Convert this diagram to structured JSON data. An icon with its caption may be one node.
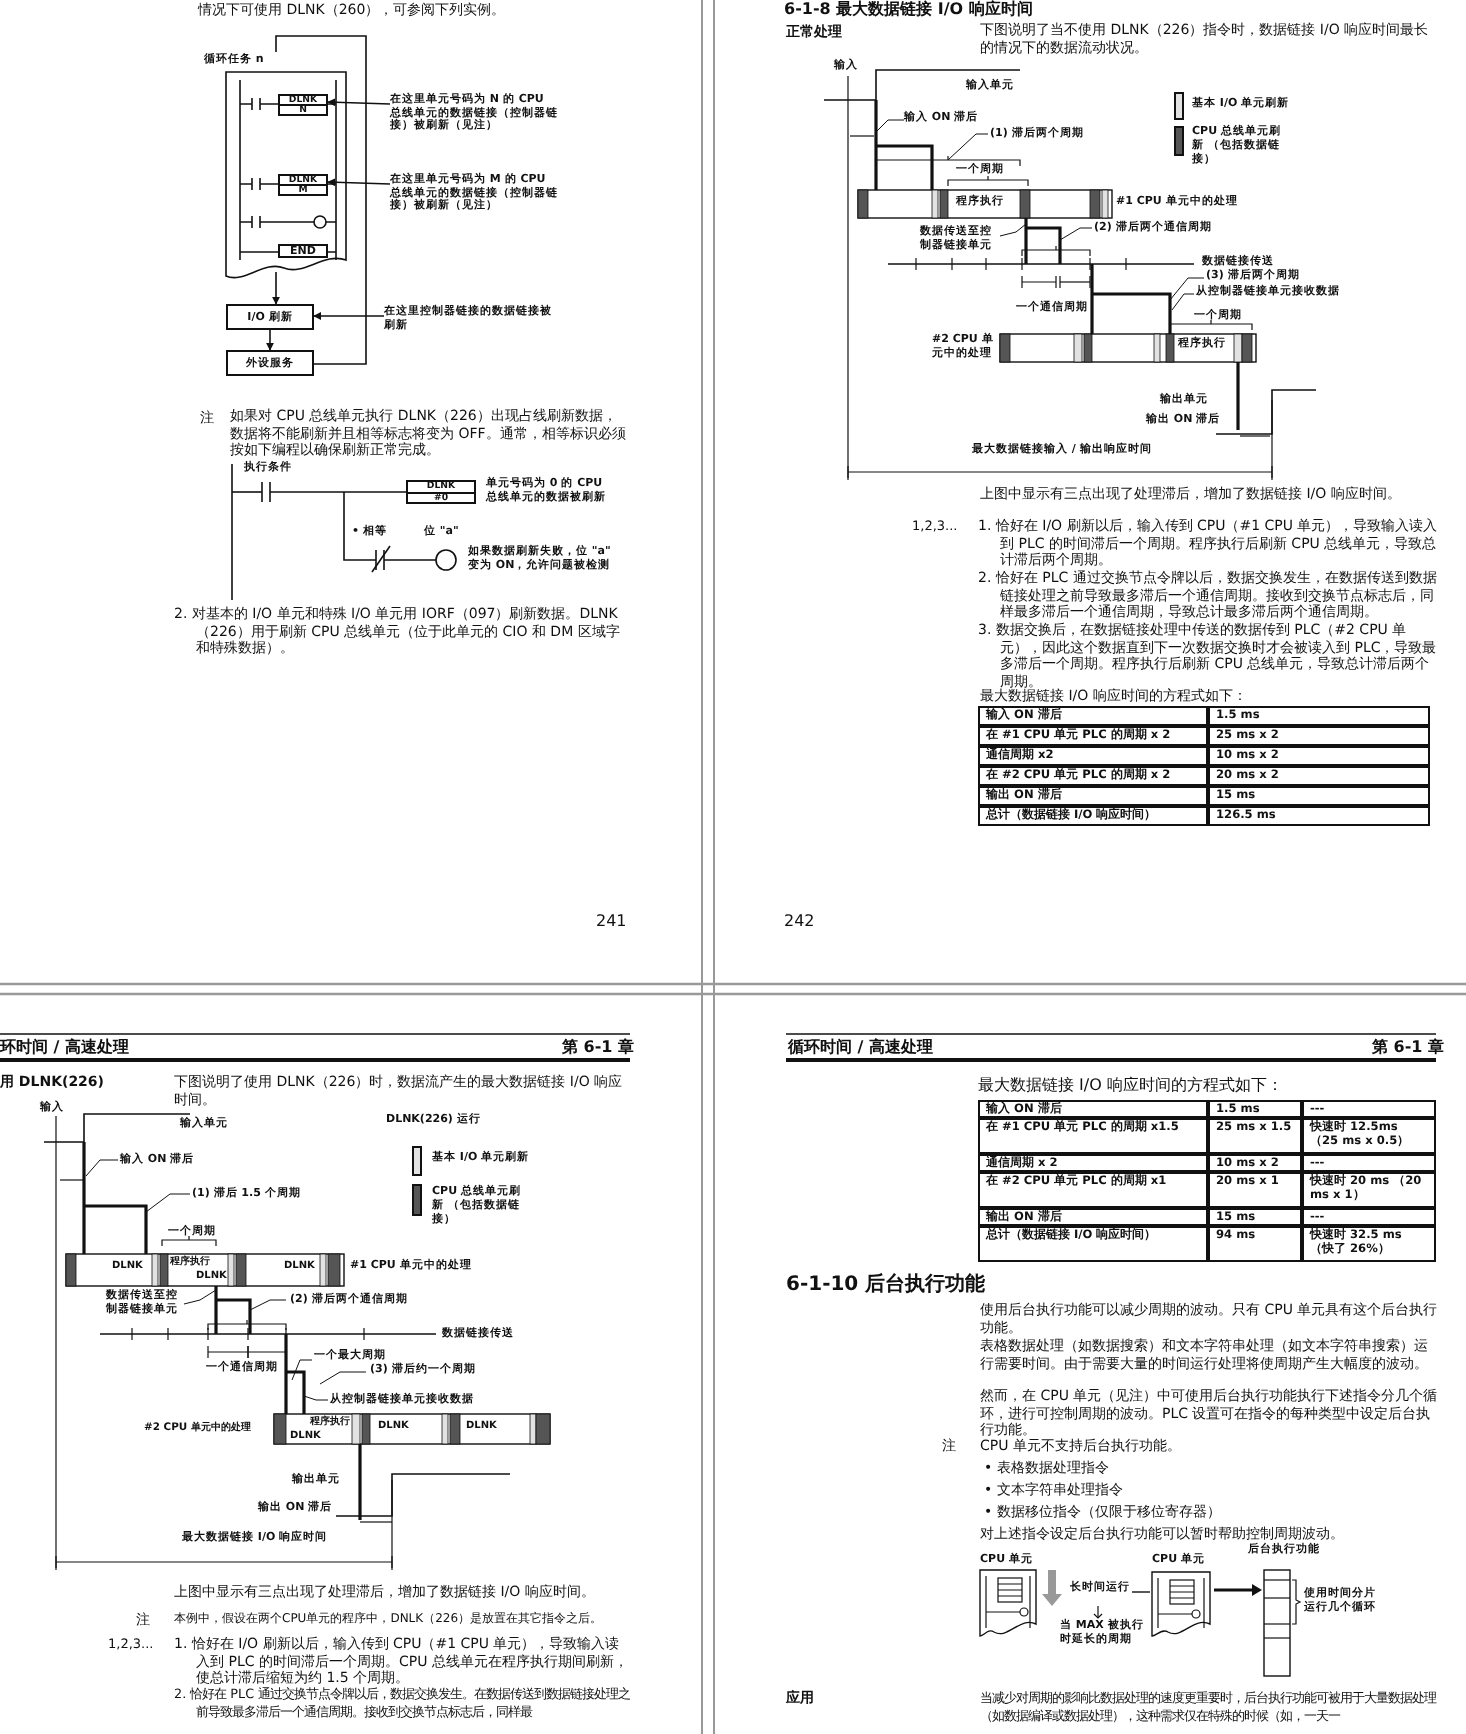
{
  "diagram": {
    "nodes": [
      {
        "text": [
          "循环任务 n"
        ]
      },
      {
        "text": [
          "DLNK",
          "N"
        ],
        "in": 0
      },
      {
        "text": [
          "DLNK",
          "M"
        ],
        "in": 0
      },
      {
        "text": [
          "END"
        ],
        "in": 0
      },
      {
        "text": [
          "I/O 刷新"
        ]
      },
      {
        "text": [
          "外设服务"
        ]
      },
      {
        "text": [
          "在这里单元号码为 N 的 CPU 总线单元的数据链接（控制器链接）被刷新（见注）"
        ]
      },
      {
        "text": [
          "在这里单元号码为 M 的 CPU 总线单元的数据链接（控制器链接）被刷新（见注）"
        ]
      },
      {
        "text": [
          "在这里控制器链接的数据链接被刷新"
        ]
      },
      {
        "text": [
          "DLNK",
          "#0"
        ]
      }
    ],
    "edges": [
      {
        "from": 6,
        "to": 1,
        "arrow": "to"
      },
      {
        "from": 7,
        "to": 2,
        "arrow": "to"
      },
      {
        "from": 8,
        "to": 4,
        "arrow": "to"
      },
      {
        "from": 0,
        "to": 4,
        "arrow": "to"
      },
      {
        "from": 4,
        "to": 5,
        "arrow": "to"
      },
      {
        "from": 5,
        "to": 0,
        "arrow": "none"
      }
    ],
    "labels": [
      "情况下可使用 DLNK（260），可参阅下列实例。",
      "注",
      "如果对 CPU 总线单元执行 DLNK（226）出现占线刷新数据，数据将不能刷新并且相等标志将变为 OFF。通常，相等标识必须按如下编程以确保刷新正常完成。",
      "执行条件",
      "单元号码为 0 的 CPU 总线单元的数据被刷新",
      "• 相等",
      "位 \"a\"",
      "如果数据刷新失败，位 \"a\" 变为 ON，允许问题被检测",
      "2. 对基本的 I/O 单元和特殊 I/O 单元用 IORF（097）刷新数据。DLNK（226）用于刷新 CPU 总线单元（位于此单元的 CIO 和 DM 区域字和特殊数据）。",
      "241",
      "6-1-8 最大数据链接 I/O 响应时间",
      "正常处理",
      "下图说明了当不使用 DLNK（226）指令时，数据链接 I/O 响应时间最长的情况下的数据流动状况。",
      "输入",
      "输入单元",
      "输入 ON 滞后",
      "(1) 滞后两个周期",
      "一个周期",
      "程序执行",
      "#1 CPU 单元中的处理",
      "数据传送至控制器链接单元",
      "(2) 滞后两个通信周期",
      "数据链接传送",
      "(3) 滞后两个周期",
      "从控制器链接单元接收数据",
      "一个通信周期",
      "一个周期",
      "#2 CPU 单元中的处理",
      "程序执行",
      "输出单元",
      "输出 ON 滞后",
      "最大数据链接输入 / 输出响应时间",
      "上图中显示有三点出现了处理滞后，增加了数据链接 I/O 响应时间。",
      "1,2,3...",
      "1. 恰好在 I/O 刷新以后，输入传到 CPU（#1 CPU 单元），导致输入读入到 PLC 的时间滞后一个周期。程序执行后刷新 CPU 总线单元，导致总计滞后两个周期。",
      "2. 恰好在 PLC 通过交换节点令牌以后，数据交换发生，在数据传送到数据链接处理之前导致最多滞后一个通信周期。接收到交换节点标志后，同样最多滞后一个通信周期，导致总计最多滞后两个通信周期。",
      "3. 数据交换后，在数据链接处理中传送的数据传到 PLC（#2 CPU 单元），因此这个数据直到下一次数据交换时才会被读入到 PLC，导致最多滞后一个周期。程序执行后刷新 CPU 总线单元，导致总计滞后两个周期。",
      "最大数据链接 I/O 响应时间的方程式如下：",
      "输入 ON 滞后",
      "1.5 ms",
      "在 #1 CPU 单元 PLC 的周期 x 2",
      "25 ms x 2",
      "通信周期 x2",
      "10 ms x 2",
      "在 #2 CPU 单元 PLC 的周期 x 2",
      "20 ms x 2",
      "输出 ON 滞后",
      "15 ms",
      "总计（数据链接 I/O 响应时间）",
      "126.5 ms",
      "242",
      "环时间 / 高速处理",
      "第 6-1 章",
      "用 DLNK(226)",
      "下图说明了使用 DLNK（226）时，数据流产生的最大数据链接 I/O 响应时间。",
      "输入",
      "输入单元",
      "DLNK(226) 运行",
      "输入 ON 滞后",
      "(1) 滞后 1.5 个周期",
      "一个周期",
      "DLNK",
      "程序执行",
      "DLNK",
      "DLNK",
      "#1 CPU 单元中的处理",
      "数据传送至控制器链接单元",
      "(2) 滞后两个通信周期",
      "数据链接传送",
      "一个最大周期",
      "一个通信周期",
      "(3) 滞后约一个周期",
      "从控制器链接单元接收数据",
      "#2 CPU 单元中的处理",
      "DLNK",
      "程序执行",
      "DLNK",
      "DLNK",
      "输出单元",
      "输出 ON 滞后",
      "最大数据链接 I/O 响应时间",
      "上图中显示有三点出现了处理滞后，增加了数据链接 I/O 响应时间。",
      "注",
      "本例中，假设在两个CPU单元的程序中，DNLK（226）是放置在其它指令之后。",
      "1,2,3...",
      "1. 恰好在 I/O 刷新以后，输入传到 CPU（#1 CPU 单元），导致输入读入到 PLC 的时间滞后一个周期。CPU 总线单元在程序执行期间刷新，使总计滞后缩短为约 1.5 个周期。",
      "2. 恰好在 PLC 通过交换节点令牌以后，数据交换发生。在数据传送到数据链接处理之前导致最多滞后一个通信周期。接收到交换节点标志后，同样最",
      "循环时间 / 高速处理",
      "第 6-1 章",
      "最大数据链接 I/O 响应时间的方程式如下：",
      "输入 ON 滞后",
      "1.5 ms",
      "---",
      "在 #1 CPU 单元 PLC 的周期 x1.5",
      "25 ms x 1.5",
      "快速时 12.5ms （25 ms x 0.5）",
      "通信周期 x 2",
      "10 ms x 2",
      "---",
      "在 #2 CPU 单元 PLC 的周期 x1",
      "20 ms x 1",
      "快速时 20 ms （20 ms x 1）",
      "输出 ON 滞后",
      "15 ms",
      "---",
      "总计（数据链接 I/O 响应时间）",
      "94 ms",
      "快速时 32.5 ms （快了 26%）",
      "6-1-10 后台执行功能",
      "使用后台执行功能可以减少周期的波动。只有 CPU 单元具有这个后台执行功能。",
      "表格数据处理（如数据搜索）和文本字符串处理（如文本字符串搜索）运行需要时间。由于需要大量的时间运行处理将使周期产生大幅度的波动。",
      "然而，在 CPU 单元（见注）中可使用后台执行功能执行下述指令分几个循环，进行可控制周期的波动。PLC 设置可在指令的每种类型中设定后台执行功能。",
      "注",
      "CPU 单元不支持后台执行功能。",
      "• 表格数据处理指令",
      "• 文本字符串处理指令",
      "• 数据移位指令（仅限于移位寄存器）",
      "对上述指令设定后台执行功能可以暂时帮助控制周期波动。",
      "CPU 单元",
      "长时间运行",
      "当 MAX 被执行时延长的周期",
      "CPU 单元",
      "后台执行功能",
      "使用时间分片运行几个循环",
      "应用",
      "当减少对周期的影响比数据处理的速度更重要时，后台执行功能可被用于大量数据处理（如数据编译或数据处理），这种需求仅在特殊的时候（如，一天一"
    ],
    "legend": [
      {
        "text": "基本 I/O 单元刷新",
        "color": "#e2e2e2"
      },
      {
        "text": "CPU 总线单元刷新 （包括数据链接）",
        "color": "#555555"
      },
      {
        "text": "基本 I/O 单元刷新",
        "color": "#e2e2e2"
      },
      {
        "text": "CPU 总线单元刷新 （包括数据链接）",
        "color": "#555555"
      }
    ]
  }
}
